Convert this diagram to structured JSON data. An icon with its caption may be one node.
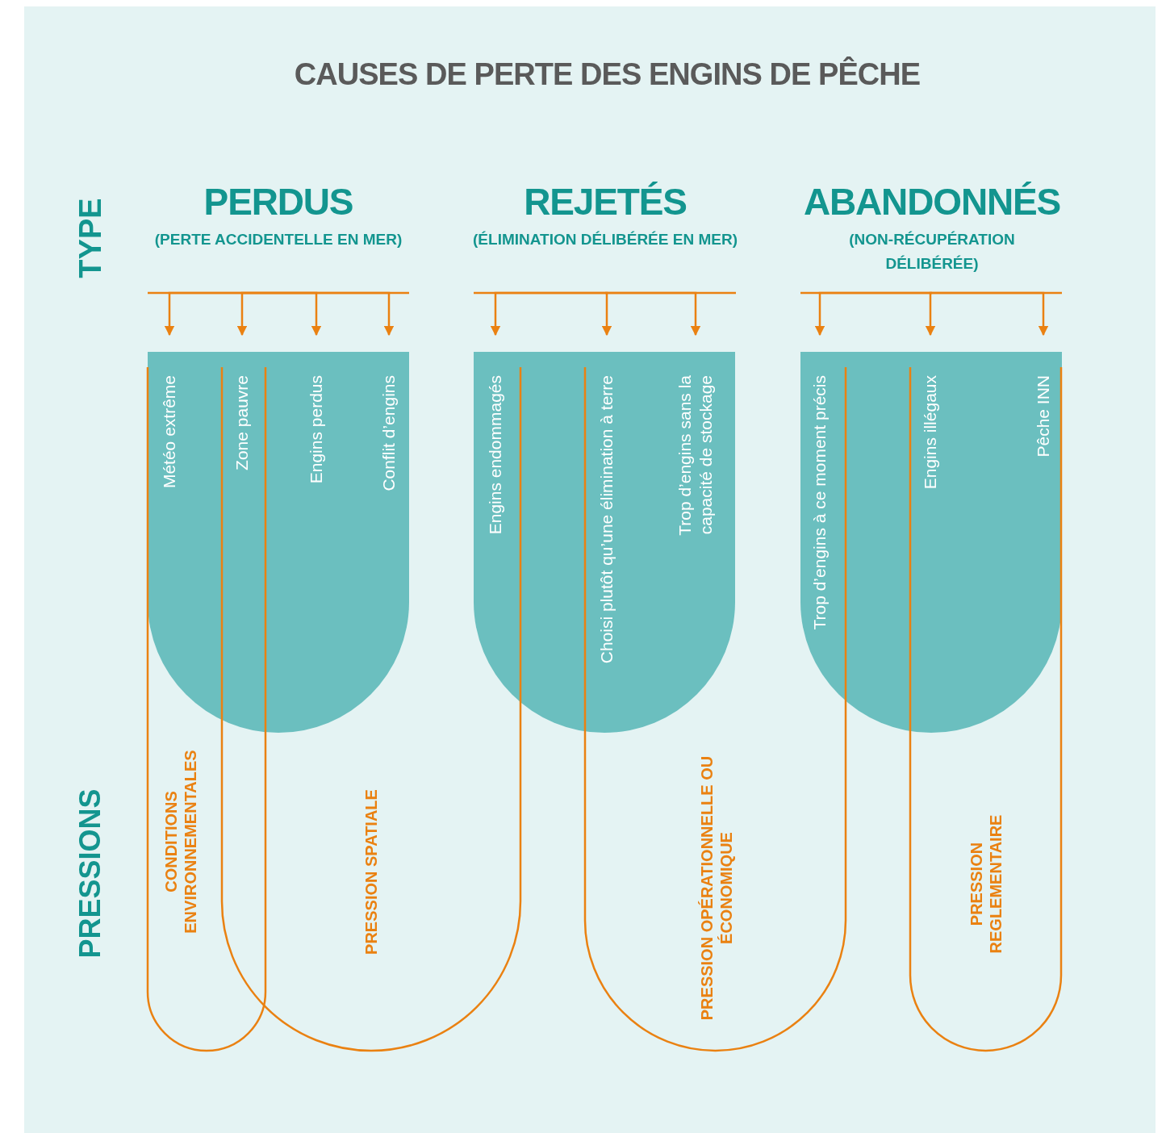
{
  "diagram": {
    "title": "CAUSES DE PERTE DES ENGINS DE PÊCHE",
    "nodes": [
      {
        "text": [
          "PERDUS",
          "(PERTE ACCIDENTELLE EN MER)"
        ]
      },
      {
        "text": [],
        "shape": "box"
      },
      {
        "text": [
          "Météo extrême"
        ]
      },
      {
        "text": [
          "Zone pauvre"
        ]
      },
      {
        "text": [
          "Engins perdus"
        ]
      },
      {
        "text": [
          "Conflit d’engins"
        ]
      },
      {
        "text": [
          "REJETÉS",
          "(ÉLIMINATION DÉLIBÉRÉE EN MER)"
        ]
      },
      {
        "text": [],
        "shape": "box"
      },
      {
        "text": [
          "Engins endommagés"
        ]
      },
      {
        "text": [
          "Choisi plutôt qu’une élimination à terre"
        ]
      },
      {
        "text": [
          "Trop d’engins sans la capacité de stockage"
        ]
      },
      {
        "text": [
          "ABANDONNÉS",
          "(NON-RÉCUPÉRATION DÉLIBÉRÉE)"
        ]
      },
      {
        "text": [],
        "shape": "box"
      },
      {
        "text": [
          "Trop d’engins à ce moment précis"
        ]
      },
      {
        "text": [
          "Engins illégaux"
        ]
      },
      {
        "text": [
          "Pêche INN"
        ]
      },
      {
        "text": [
          "CONDITIONS ENVIRONNEMENTALES"
        ]
      },
      {
        "text": [
          "PRESSION SPATIALE"
        ]
      },
      {
        "text": [
          "PRESSION OPÉRATIONNELLE OU ÉCONOMIQUE"
        ]
      },
      {
        "text": [
          "PRESSION REGLEMENTAIRE"
        ]
      }
    ],
    "edges": [
      {
        "from": 0,
        "to": 2,
        "arrow": "to"
      },
      {
        "from": 0,
        "to": 3,
        "arrow": "to"
      },
      {
        "from": 0,
        "to": 4,
        "arrow": "to"
      },
      {
        "from": 0,
        "to": 5,
        "arrow": "to"
      },
      {
        "from": 6,
        "to": 8,
        "arrow": "to"
      },
      {
        "from": 6,
        "to": 9,
        "arrow": "to"
      },
      {
        "from": 6,
        "to": 10,
        "arrow": "to"
      },
      {
        "from": 11,
        "to": 13,
        "arrow": "to"
      },
      {
        "from": 11,
        "to": 14,
        "arrow": "to"
      },
      {
        "from": 11,
        "to": 15,
        "arrow": "to"
      }
    ],
    "labels": [
      "TYPE",
      "PRESSIONS"
    ]
  }
}
